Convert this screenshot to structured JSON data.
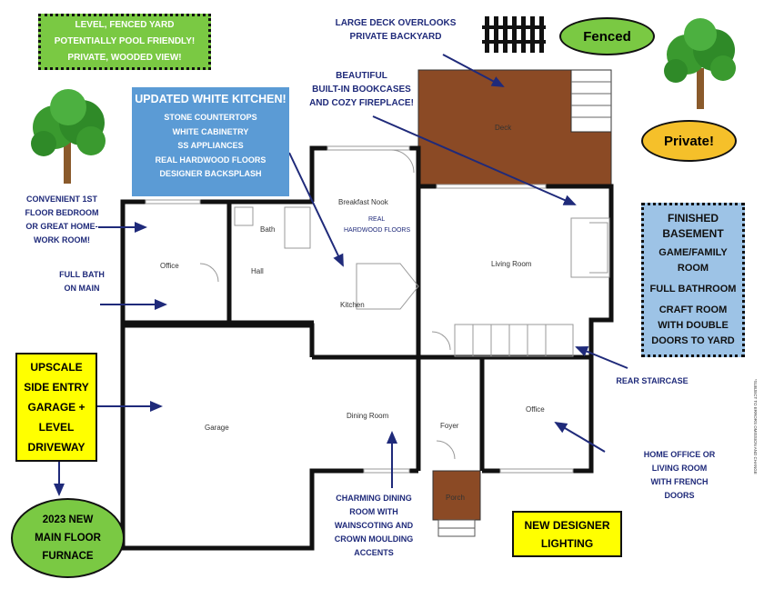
{
  "yard_box": {
    "lines": [
      "LEVEL, FENCED YARD",
      "POTENTIALLY POOL FRIENDLY!",
      "PRIVATE, WOODED VIEW!"
    ]
  },
  "fenced_badge": "Fenced",
  "private_badge": "Private!",
  "deck_note": {
    "lines": [
      "LARGE DECK OVERLOOKS",
      "PRIVATE BACKYARD"
    ]
  },
  "bookcase_note": {
    "lines": [
      "BEAUTIFUL",
      "BUILT-IN BOOKCASES",
      "AND COZY FIREPLACE!"
    ]
  },
  "kitchen_box": {
    "title": "UPDATED WHITE KITCHEN!",
    "items": [
      "STONE COUNTERTOPS",
      "WHITE CABINETRY",
      "SS APPLIANCES",
      "REAL HARDWOOD FLOORS",
      "DESIGNER BACKSPLASH"
    ]
  },
  "bedroom_note": {
    "lines": [
      "CONVENIENT 1ST",
      "FLOOR BEDROOM",
      "OR GREAT HOME-",
      "WORK  ROOM!"
    ]
  },
  "bath_note": {
    "lines": [
      "FULL BATH",
      "ON MAIN"
    ]
  },
  "garage_box": {
    "lines": [
      "UPSCALE",
      "SIDE ENTRY",
      "GARAGE +",
      "LEVEL",
      "DRIVEWAY"
    ]
  },
  "furnace_badge": {
    "lines": [
      "2023 NEW",
      "MAIN FLOOR",
      "FURNACE"
    ]
  },
  "dining_note": {
    "lines": [
      "CHARMING DINING",
      "ROOM  WITH",
      "WAINSCOTING AND",
      "CROWN MOULDING",
      "ACCENTS"
    ]
  },
  "lighting_box": {
    "lines": [
      "NEW DESIGNER",
      "LIGHTING"
    ]
  },
  "basement_box": {
    "lines": [
      "FINISHED",
      "BASEMENT",
      "GAME/FAMILY",
      "ROOM",
      "FULL BATHROOM",
      "CRAFT ROOM",
      "WITH DOUBLE",
      "DOORS TO YARD"
    ]
  },
  "staircase_note": "REAR STAIRCASE",
  "office_note": {
    "lines": [
      "HOME OFFICE OR",
      "LIVING ROOM",
      "WITH FRENCH",
      "DOORS"
    ]
  },
  "disclaimer": "*SUBJECT TO ERRORS OMISSION AND CHANGE",
  "rooms": {
    "deck": "Deck",
    "breakfast_nook": "Breakfast Nook",
    "hardwood1": "REAL",
    "hardwood2": "HARDWOOD FLOORS",
    "living_room": "Living Room",
    "bath": "Bath",
    "office_left": "Office",
    "hall": "Hall",
    "kitchen": "Kitchen",
    "garage": "Garage",
    "dining_room": "Dining Room",
    "foyer": "Foyer",
    "office_right": "Office",
    "porch": "Porch"
  },
  "colors": {
    "green": "#7ac943",
    "blue": "#5b9bd5",
    "light_blue": "#9dc3e6",
    "yellow": "#ffff00",
    "orange": "#f5c02a",
    "deck": "#8b4a25",
    "navy": "#1f2a7a"
  }
}
